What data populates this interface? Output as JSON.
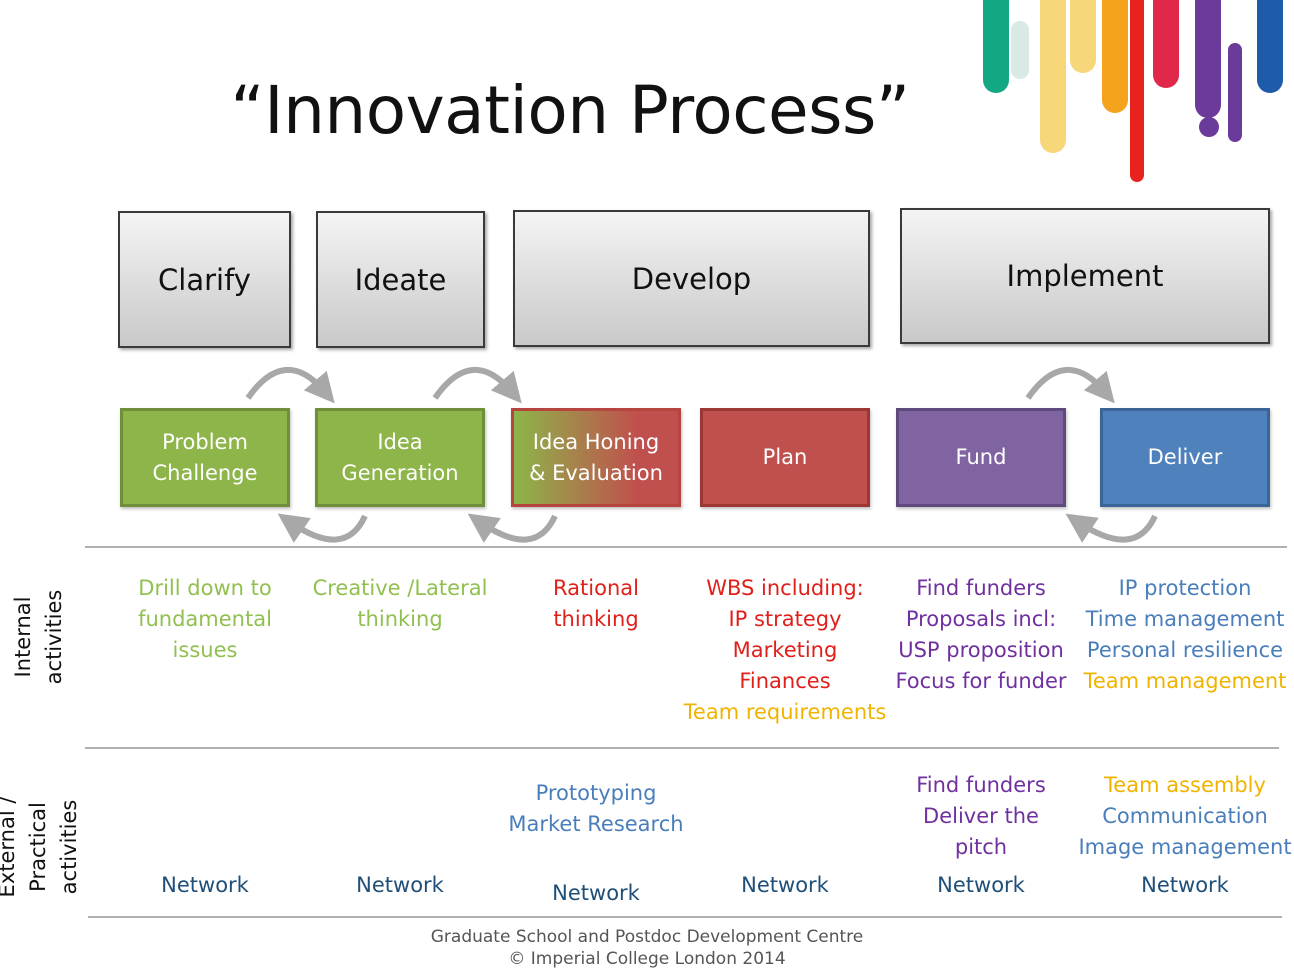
{
  "title": "“Innovation Process”",
  "phases": [
    "Clarify",
    "Ideate",
    "Develop",
    "Implement"
  ],
  "steps": [
    {
      "lines": [
        "Problem",
        "Challenge"
      ]
    },
    {
      "lines": [
        "Idea",
        "Generation"
      ]
    },
    {
      "lines": [
        "Idea Honing",
        "& Evaluation"
      ]
    },
    {
      "lines": [
        "Plan"
      ]
    },
    {
      "lines": [
        "Fund"
      ]
    },
    {
      "lines": [
        "Deliver"
      ]
    }
  ],
  "row_labels": {
    "internal": [
      "Internal",
      "activities"
    ],
    "external": [
      "External /",
      "Practical",
      "activities"
    ]
  },
  "internal": [
    [
      {
        "t": "Drill down to",
        "c": "green"
      },
      {
        "t": "fundamental",
        "c": "green"
      },
      {
        "t": "issues",
        "c": "green"
      }
    ],
    [
      {
        "t": "Creative /Lateral",
        "c": "green"
      },
      {
        "t": "thinking",
        "c": "green"
      }
    ],
    [
      {
        "t": "Rational",
        "c": "red"
      },
      {
        "t": "thinking",
        "c": "red"
      }
    ],
    [
      {
        "t": "WBS including:",
        "c": "red"
      },
      {
        "t": "IP strategy",
        "c": "red"
      },
      {
        "t": "Marketing",
        "c": "red"
      },
      {
        "t": "Finances",
        "c": "red"
      },
      {
        "t": "Team requirements",
        "c": "yellow"
      }
    ],
    [
      {
        "t": "Find funders",
        "c": "purple"
      },
      {
        "t": "Proposals incl:",
        "c": "purple"
      },
      {
        "t": "USP proposition",
        "c": "purple"
      },
      {
        "t": "Focus for funder",
        "c": "purple"
      }
    ],
    [
      {
        "t": "IP protection",
        "c": "blue"
      },
      {
        "t": "Time management",
        "c": "blue"
      },
      {
        "t": "Personal resilience",
        "c": "blue"
      },
      {
        "t": "Team management",
        "c": "yellow"
      }
    ]
  ],
  "external": [
    [],
    [],
    [
      {
        "t": "Prototyping",
        "c": "blue"
      },
      {
        "t": "Market Research",
        "c": "blue"
      }
    ],
    [],
    [
      {
        "t": "Find funders",
        "c": "purple"
      },
      {
        "t": "Deliver the",
        "c": "purple"
      },
      {
        "t": "pitch",
        "c": "purple"
      }
    ],
    [
      {
        "t": "Team assembly",
        "c": "yellow"
      },
      {
        "t": "Communication",
        "c": "blue"
      },
      {
        "t": "Image management",
        "c": "blue"
      }
    ]
  ],
  "network_label": "Network",
  "footer": [
    "Graduate School and Postdoc Development Centre",
    "© Imperial College London 2014"
  ],
  "colors": {
    "green": "#8db54a",
    "red": "#c0504d",
    "purple": "#8064a2",
    "blue": "#4f81bd",
    "yellow": "#f0b400"
  }
}
